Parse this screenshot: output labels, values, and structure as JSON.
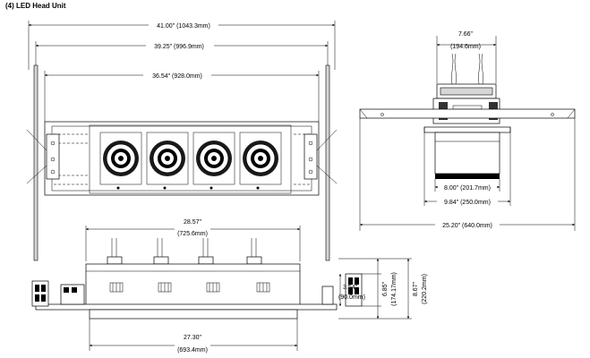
{
  "title": "(4) LED Head Unit",
  "dimensions": {
    "overall_width": "41.00\" (1043.3mm)",
    "bracket_width": "39.25\" (996.9mm)",
    "housing_width": "36.54\" (928.0mm)",
    "side_top_width_in": "7.66\"",
    "side_top_width_mm": "(194.6mm)",
    "side_inner_width": "8.00\" (201.7mm)",
    "side_outer_width": "9.84\" (250.0mm)",
    "side_overall_width": "25.20\" (640.0mm)",
    "front_top_width_in": "28.57\"",
    "front_top_width_mm": "(725.6mm)",
    "front_bottom_width_in": "27.30\"",
    "front_bottom_width_mm": "(693.4mm)",
    "height_small_in": "3.54\"",
    "height_small_mm": "(90.0mm)",
    "height_mid_in": "6.85\"",
    "height_mid_mm": "(174.17mm)",
    "height_total_in": "8.67\"",
    "height_total_mm": "(220.2mm)"
  }
}
